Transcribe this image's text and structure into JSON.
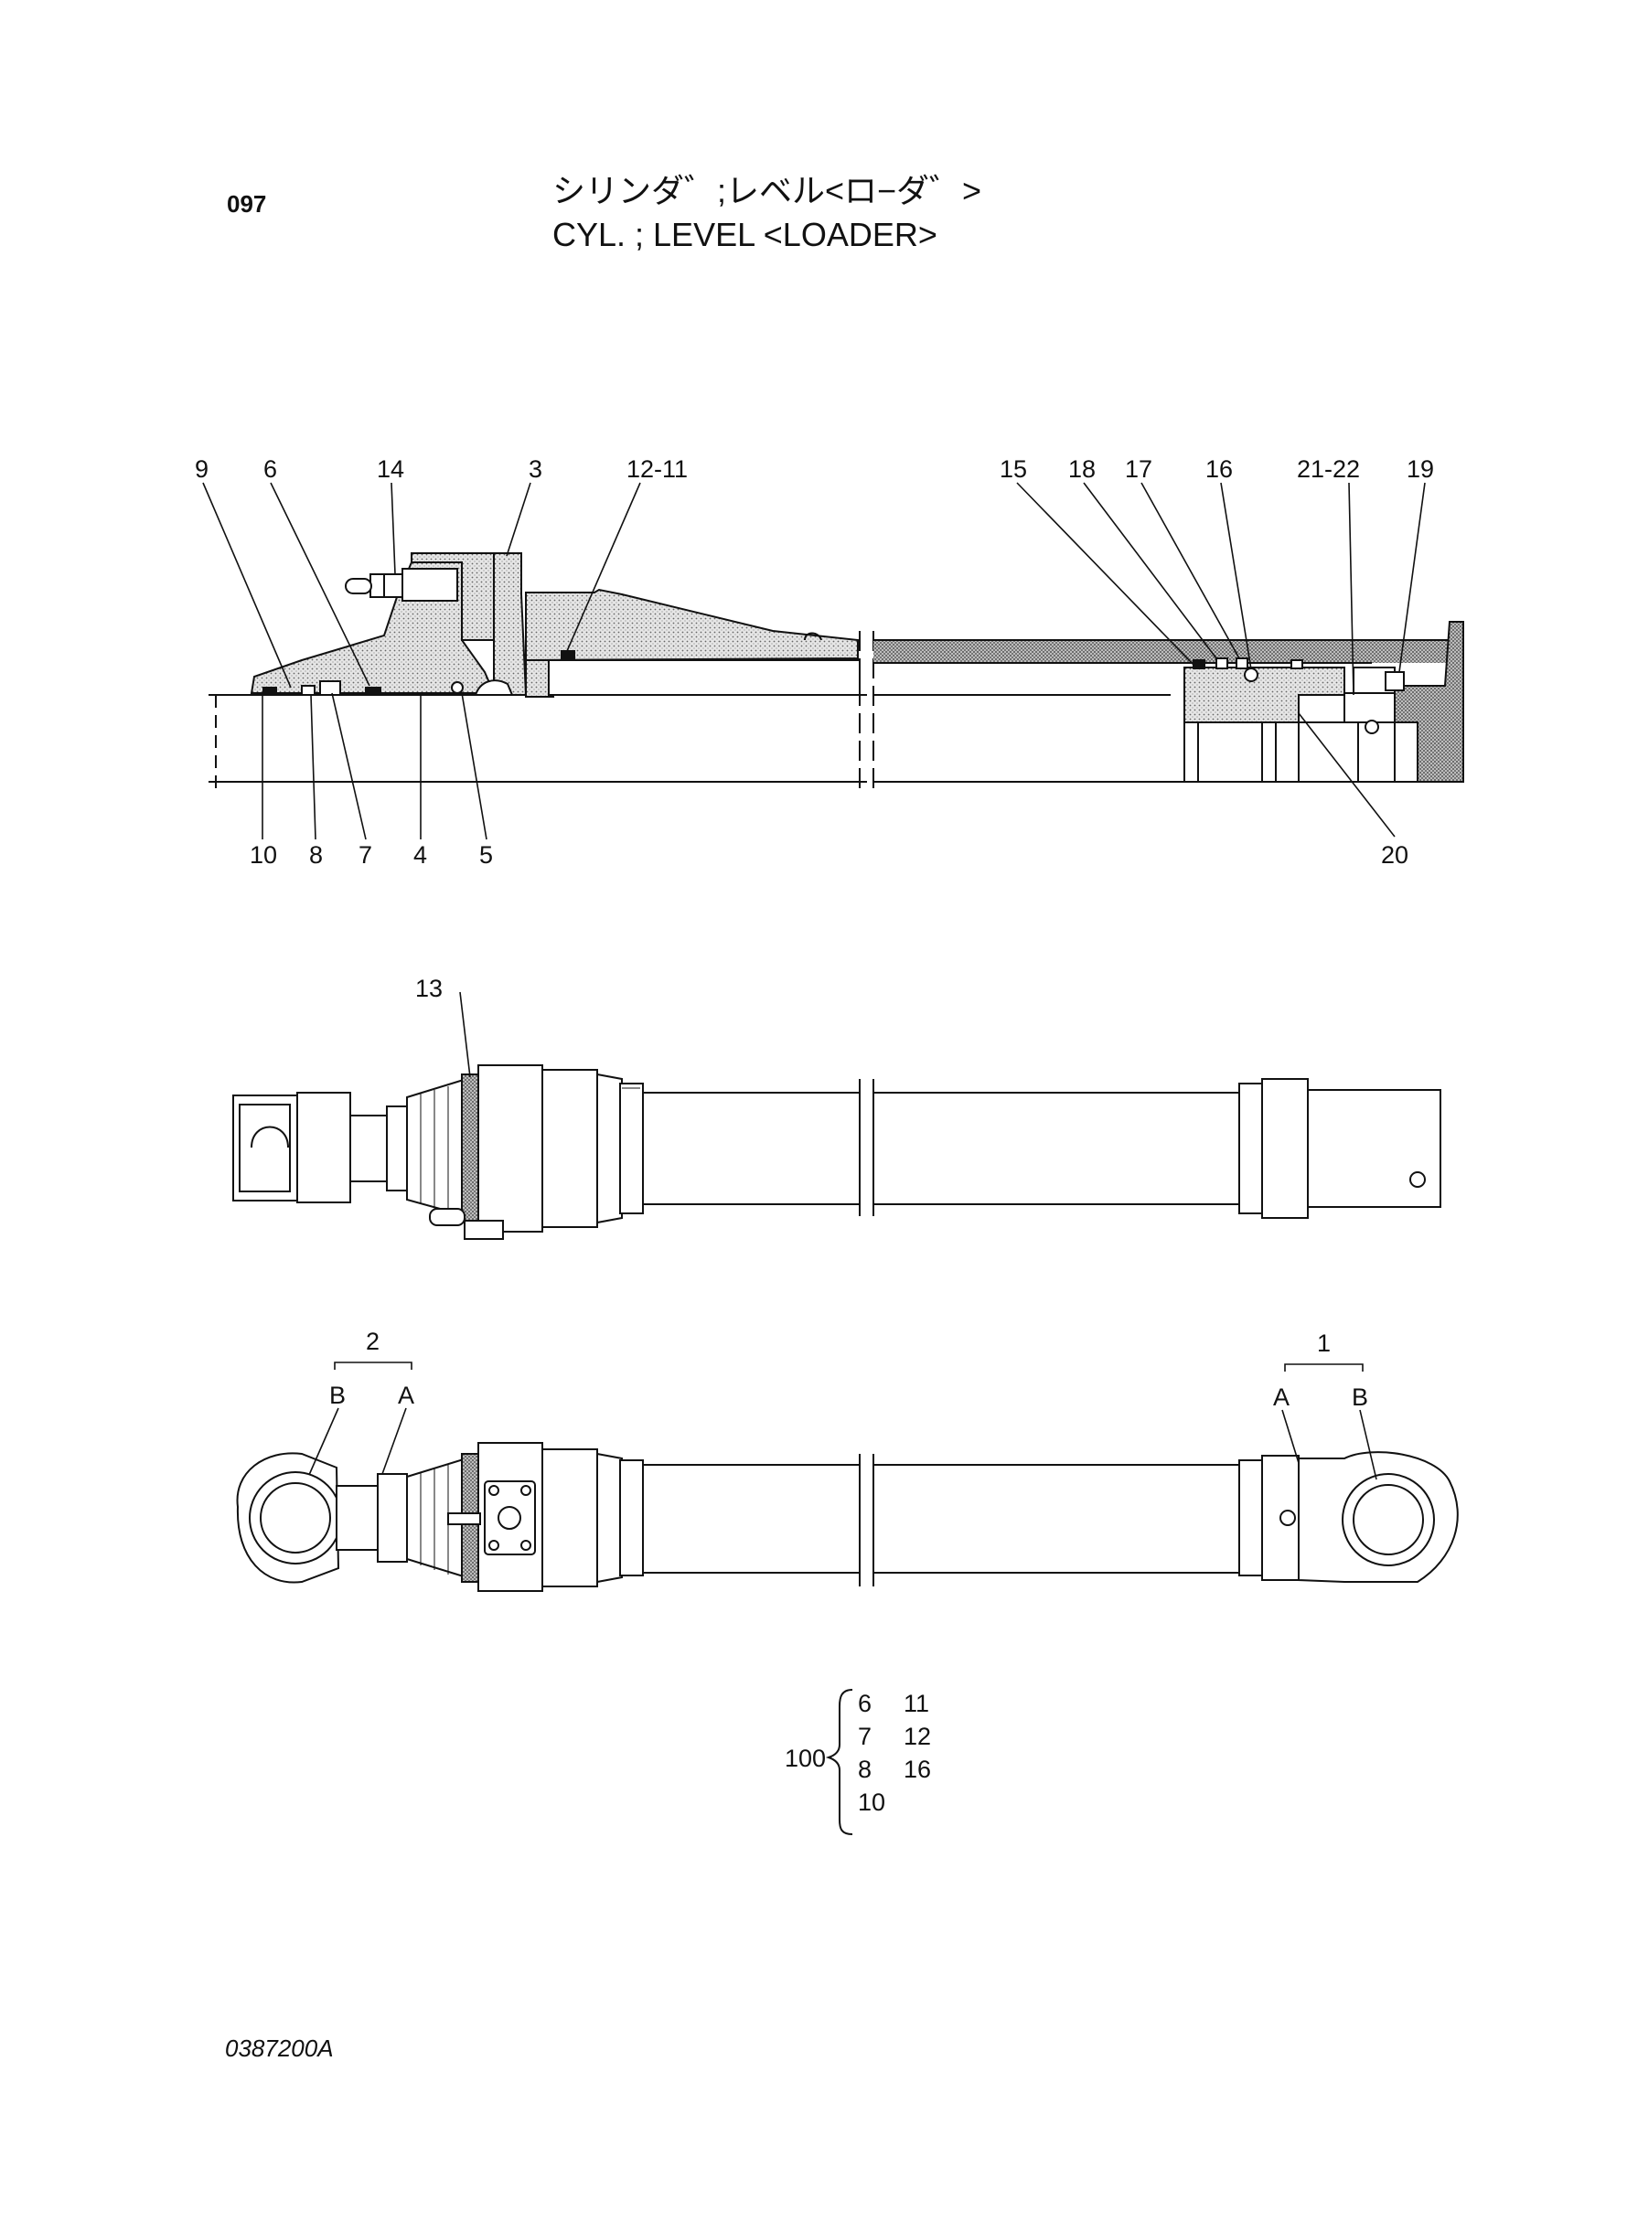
{
  "page_number": "097",
  "title_jp": "シリンダ゛;レベル<ロ−ダ゛>",
  "title_en": "CYL. ; LEVEL <LOADER>",
  "drawing_number": "0387200A",
  "section_callouts": {
    "top": [
      "9",
      "6",
      "14",
      "3",
      "12-11",
      "15",
      "18",
      "17",
      "16",
      "21-22",
      "19"
    ],
    "bottom": [
      "10",
      "8",
      "7",
      "4",
      "5",
      "20"
    ]
  },
  "assembly_callouts": {
    "item_13": "13",
    "group_2": "2",
    "group_1": "1",
    "left_a": "A",
    "left_b": "B",
    "right_a": "A",
    "right_b": "B"
  },
  "kit": {
    "number": "100",
    "col1": [
      "6",
      "7",
      "8",
      "10"
    ],
    "col2": [
      "11",
      "12",
      "16"
    ]
  }
}
